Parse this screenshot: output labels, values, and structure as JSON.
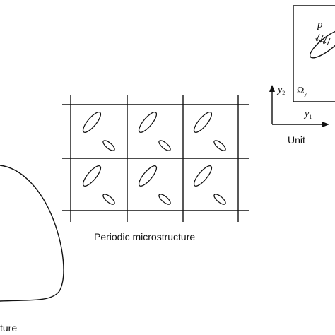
{
  "labels": {
    "periodic": "Periodic microstructure",
    "structure_fragment": "ture",
    "unit_fragment": "Unit",
    "p": "p",
    "y2_base": "y",
    "y2_sub": "2",
    "y1_base": "y",
    "y1_sub": "1",
    "omega_base": "Ω",
    "omega_sub": "y"
  },
  "colors": {
    "line": "#111111",
    "background": "#ffffff"
  }
}
